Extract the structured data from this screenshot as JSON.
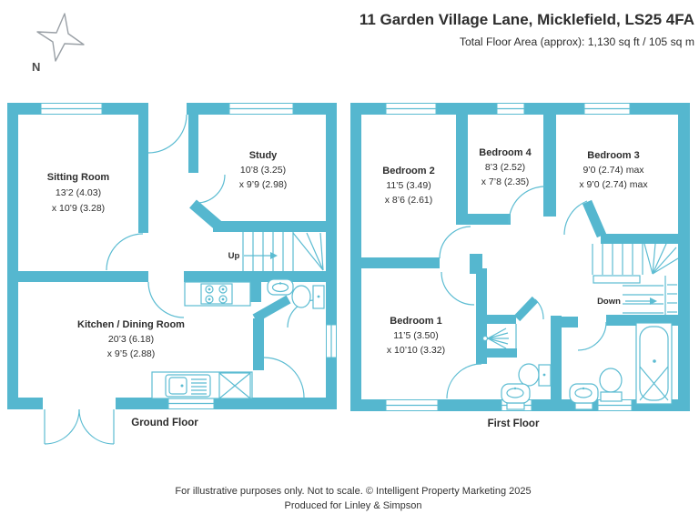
{
  "header": {
    "title": "11 Garden Village Lane, Micklefield, LS25 4FA",
    "subtitle": "Total Floor Area (approx): 1,130 sq ft / 105 sq m"
  },
  "compass": {
    "north_label": "N"
  },
  "ground_floor": {
    "label": "Ground Floor",
    "stair_label": "Up",
    "rooms": {
      "sitting": {
        "name": "Sitting Room",
        "dim1": "13’2 (4.03)",
        "dim2": "x 10’9 (3.28)"
      },
      "study": {
        "name": "Study",
        "dim1": "10’8 (3.25)",
        "dim2": "x 9’9 (2.98)"
      },
      "kitchen": {
        "name": "Kitchen / Dining Room",
        "dim1": "20’3 (6.18)",
        "dim2": "x 9’5 (2.88)"
      }
    }
  },
  "first_floor": {
    "label": "First Floor",
    "stair_label": "Down",
    "rooms": {
      "bed1": {
        "name": "Bedroom 1",
        "dim1": "11’5 (3.50)",
        "dim2": "x 10’10 (3.32)"
      },
      "bed2": {
        "name": "Bedroom 2",
        "dim1": "11’5 (3.49)",
        "dim2": "x 8’6 (2.61)"
      },
      "bed3": {
        "name": "Bedroom 3",
        "dim1": "9’0 (2.74) max",
        "dim2": "x 9’0 (2.74) max"
      },
      "bed4": {
        "name": "Bedroom 4",
        "dim1": "8’3 (2.52)",
        "dim2": "x 7’8 (2.35)"
      }
    }
  },
  "footer": {
    "line1": "For illustrative purposes only. Not to scale. © Intelligent Property Marketing 2025",
    "line2": "Produced for Linley & Simpson"
  },
  "colors": {
    "wall": "#55b7cf",
    "line": "#5cbcd2",
    "text": "#2d2d2d"
  }
}
